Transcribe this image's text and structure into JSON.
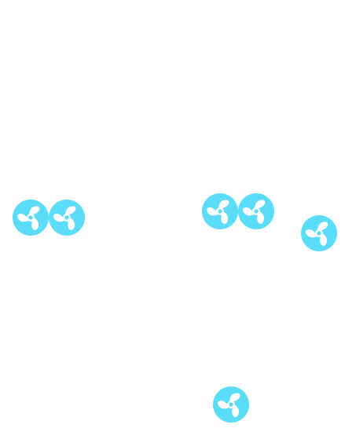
{
  "icon_color": "#5BDCF8",
  "icon_inner_color": "#ffffff",
  "fans": [
    {
      "id": "fan-1",
      "icon": "fan-icon"
    },
    {
      "id": "fan-2",
      "icon": "fan-icon"
    },
    {
      "id": "fan-3",
      "icon": "fan-icon"
    },
    {
      "id": "fan-4",
      "icon": "fan-icon"
    },
    {
      "id": "fan-5",
      "icon": "fan-icon"
    },
    {
      "id": "fan-6",
      "icon": "fan-icon"
    }
  ]
}
